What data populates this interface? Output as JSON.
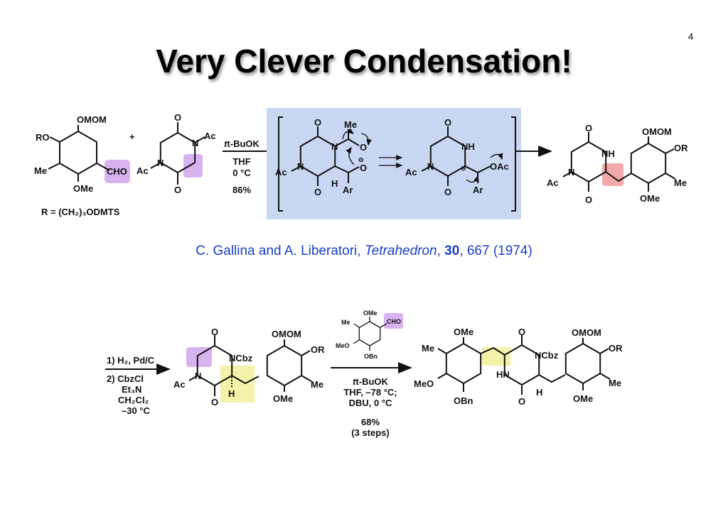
{
  "slide": {
    "page_number": "4",
    "title": "Very Clever Condensation!",
    "citation": {
      "authors": "C. Gallina and A. Liberatori, ",
      "journal": "Tetrahedron",
      "sep": ", ",
      "volume": "30",
      "pages_year": ", 667 (1974)"
    },
    "colors": {
      "citation": "#1b3fc8",
      "highlight_purple": "#d9b3f0",
      "highlight_yellow": "#f4f2a8",
      "highlight_red": "#f2a9a9",
      "mechanism_box": "#c9d7f2"
    }
  },
  "top_scheme": {
    "aldehyde": {
      "omom": "OMOM",
      "ro": "RO",
      "me": "Me",
      "ome": "OMe",
      "cho": "CHO",
      "r_def": "R = (CH₂)₃ODMTS"
    },
    "plus": "+",
    "dkp": {
      "o_top": "O",
      "n_right": "N",
      "ac_right": "Ac",
      "n_left": "N",
      "ac_left": "Ac",
      "o_bottom": "O"
    },
    "conditions": {
      "base": "t-BuOK",
      "solvent": "THF",
      "temp": "0 °C",
      "yield": "86%"
    },
    "intermediate1": {
      "o_top": "O",
      "n": "N",
      "me": "Me",
      "o_acyl": "O",
      "ac": "Ac",
      "n_left": "N",
      "o_bottom": "O",
      "h": "H",
      "o_minus": "O",
      "charge": "⊖",
      "ar": "Ar"
    },
    "intermediate2": {
      "o_top": "O",
      "nh": "NH",
      "ac": "Ac",
      "n_left": "N",
      "o_bottom": "O",
      "charge": "⊖",
      "oac": "OAc",
      "ar": "Ar"
    },
    "product": {
      "o_top": "O",
      "nh": "NH",
      "ac": "Ac",
      "n_left": "N",
      "o_bottom": "O",
      "omom": "OMOM",
      "or": "OR",
      "me": "Me",
      "ome": "OMe"
    }
  },
  "bottom_scheme": {
    "conditions1": {
      "step1": "1) H₂, Pd/C",
      "step2": "2) CbzCl",
      "reagent2": "Et₃N",
      "solvent": "CH₂Cl₂",
      "temp": "–30 °C"
    },
    "intermediate": {
      "o_top": "O",
      "ncbz": "NCbz",
      "ac": "Ac",
      "n": "N",
      "o_bottom": "O",
      "h": "H",
      "omom": "OMOM",
      "or": "OR",
      "me": "Me",
      "ome": "OMe"
    },
    "reagent_aldehyde": {
      "ome": "OMe",
      "me": "Me",
      "cho": "CHO",
      "meo": "MeO",
      "obn": "OBn"
    },
    "conditions2": {
      "base": "t-BuOK",
      "line2": "THF, –78 °C;",
      "line3": "DBU, 0 °C",
      "yield": "68%",
      "steps": "(3 steps)"
    },
    "product": {
      "ome_top": "OMe",
      "me": "Me",
      "meo": "MeO",
      "obn": "OBn",
      "o_top": "O",
      "ncbz": "NCbz",
      "hn": "HN",
      "o_bottom": "O",
      "h": "H",
      "omom": "OMOM",
      "or": "OR",
      "me_right": "Me",
      "ome_right": "OMe"
    }
  }
}
